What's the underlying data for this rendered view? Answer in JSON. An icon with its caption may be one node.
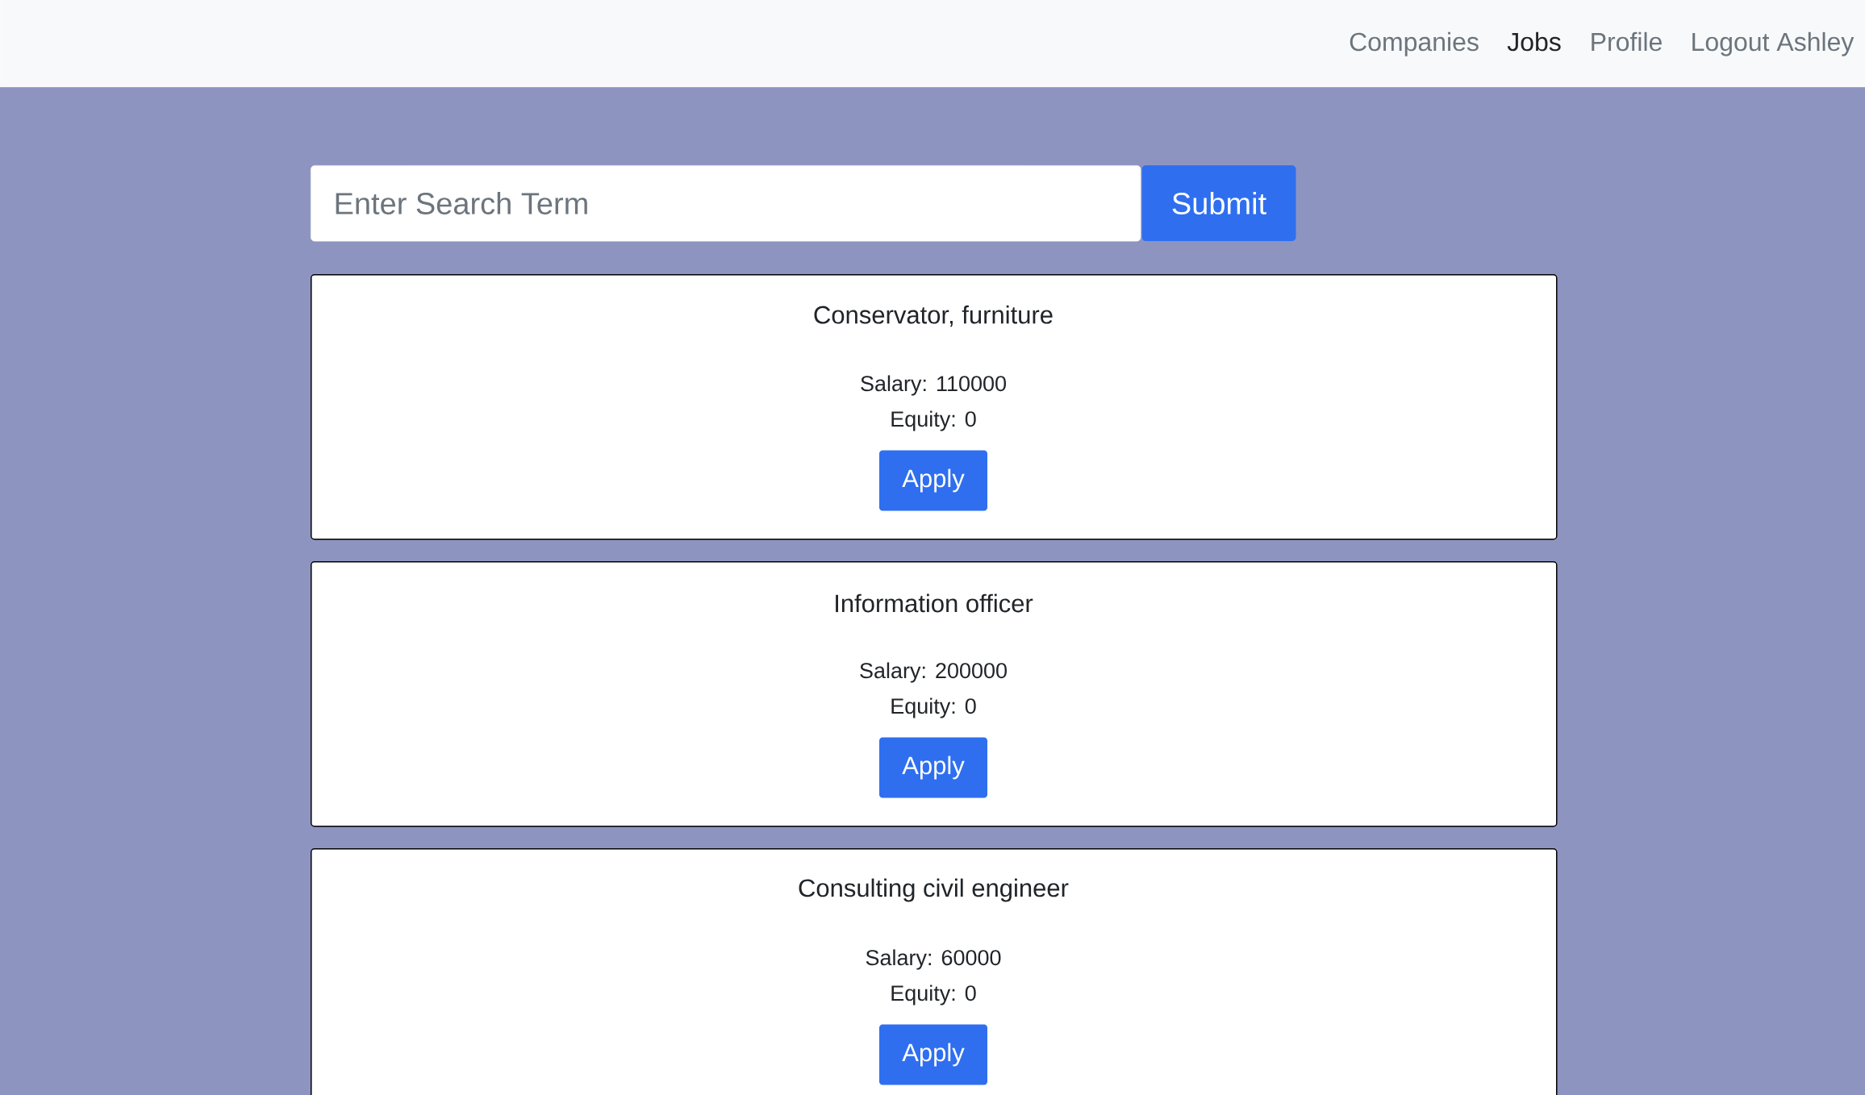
{
  "diagram": {
    "nodes": [
      {
        "text": [
          "Companies",
          "Jobs",
          "Profile",
          "Logout Ashley"
        ]
      },
      {
        "text": [
          "Enter Search Term"
        ]
      },
      {
        "text": [
          "Submit"
        ]
      },
      {
        "text": [
          "Conservator, furniture",
          "Salary: 110000",
          "Equity: 0"
        ]
      },
      {
        "text": [
          "Apply"
        ],
        "in": 3
      },
      {
        "text": [
          "Information officer",
          "Salary: 200000",
          "Equity: 0"
        ]
      },
      {
        "text": [
          "Apply"
        ],
        "in": 5
      },
      {
        "text": [
          "Consulting civil engineer",
          "Salary: 60000",
          "Equity: 0"
        ]
      },
      {
        "text": [
          "Apply"
        ],
        "in": 7
      }
    ]
  }
}
